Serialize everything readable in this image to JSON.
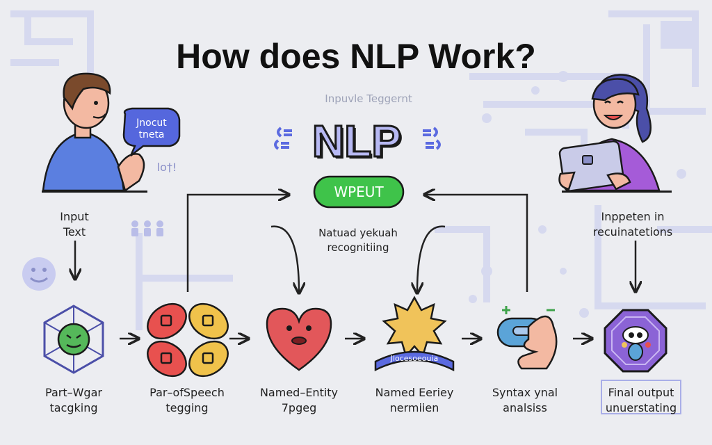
{
  "header": {
    "title": "How does NLP Work?",
    "subtitle": "Inpuvle Teggernt"
  },
  "center": {
    "logo_text": "NLP",
    "pill_label": "WPEUT",
    "caption_line1": "Natuad yekuah",
    "caption_line2": "recognitiing"
  },
  "input_side": {
    "bubble_line1": "Jnocut",
    "bubble_line2": "tneta",
    "bubble_sub": "lo†!",
    "label_line1": "Input",
    "label_line2": "Text"
  },
  "output_side": {
    "label_line1": "Inppeten in",
    "label_line2": "recuinatetions"
  },
  "steps": [
    {
      "line1": "Part–Wgar",
      "line2": "tacgking"
    },
    {
      "line1": "Par–ofSpeech",
      "line2": "tegging"
    },
    {
      "line1": "Named–Entity",
      "line2": "7pgeg"
    },
    {
      "line1": "Named Eeriey",
      "line2": "nermiien",
      "banner": "Jlocesoeouia"
    },
    {
      "line1": "Syntax ynal",
      "line2": "analsiss"
    },
    {
      "line1": "Final output",
      "line2": "unuerstating"
    }
  ],
  "colors": {
    "accent": "#a9aee8",
    "nlp_text": "#b7b9f3",
    "pill_green": "#3fc34a",
    "leaf_red": "#e8514f",
    "leaf_yellow": "#f0c24b",
    "heart_red": "#e2575a",
    "sun_yellow": "#f0c35a",
    "octagon_purple": "#8b63d6",
    "face_green": "#55b85a",
    "shirt_blue": "#5b7fe0",
    "shirt_purple": "#a55bd8"
  },
  "icons": [
    "speech-bubble-icon",
    "people-group-icon",
    "smiley-icon",
    "hexagon-face-icon",
    "four-leaf-icon",
    "heart-face-icon",
    "sun-badge-icon",
    "hand-capsule-icon",
    "octagon-creature-icon",
    "arrow-right-icon"
  ]
}
